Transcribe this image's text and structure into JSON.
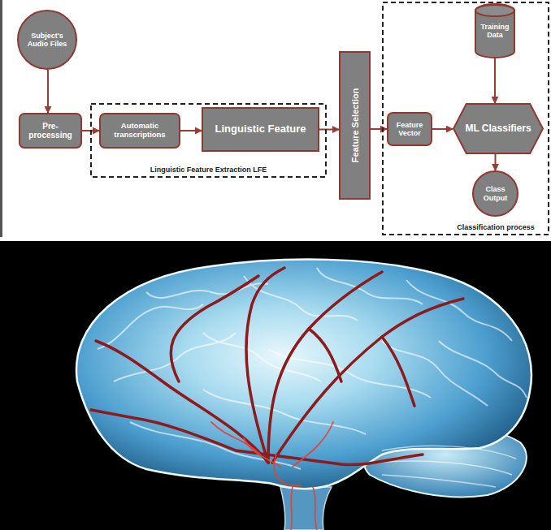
{
  "diagram": {
    "nodes": [
      {
        "text": [
          "Subject's Audio Files"
        ]
      },
      {
        "text": [
          "Pre- processing"
        ]
      },
      {
        "text": [
          "Linguistic Feature Extraction LFE"
        ]
      },
      {
        "text": [
          "Automatic transcriptions"
        ],
        "in": 2
      },
      {
        "text": [
          "Linguistic Feature"
        ],
        "in": 2
      },
      {
        "text": [
          "Feature Selection"
        ]
      },
      {
        "text": [
          "Classification process"
        ]
      },
      {
        "text": [
          "Feature Vector"
        ],
        "in": 6
      },
      {
        "text": [
          "Training Data"
        ],
        "in": 6
      },
      {
        "text": [
          "ML Classifiers"
        ],
        "in": 6
      },
      {
        "text": [
          "Class Output"
        ],
        "in": 6
      }
    ],
    "edges": [
      {
        "from": 0,
        "to": 1,
        "arrow": "to"
      },
      {
        "from": 1,
        "to": 3,
        "arrow": "to"
      },
      {
        "from": 3,
        "to": 4,
        "arrow": "to"
      },
      {
        "from": 4,
        "to": 5,
        "arrow": "to"
      },
      {
        "from": 5,
        "to": 7,
        "arrow": "to"
      },
      {
        "from": 7,
        "to": 9,
        "arrow": "to"
      },
      {
        "from": 8,
        "to": 9,
        "arrow": "to"
      },
      {
        "from": 9,
        "to": 10,
        "arrow": "to"
      }
    ]
  }
}
